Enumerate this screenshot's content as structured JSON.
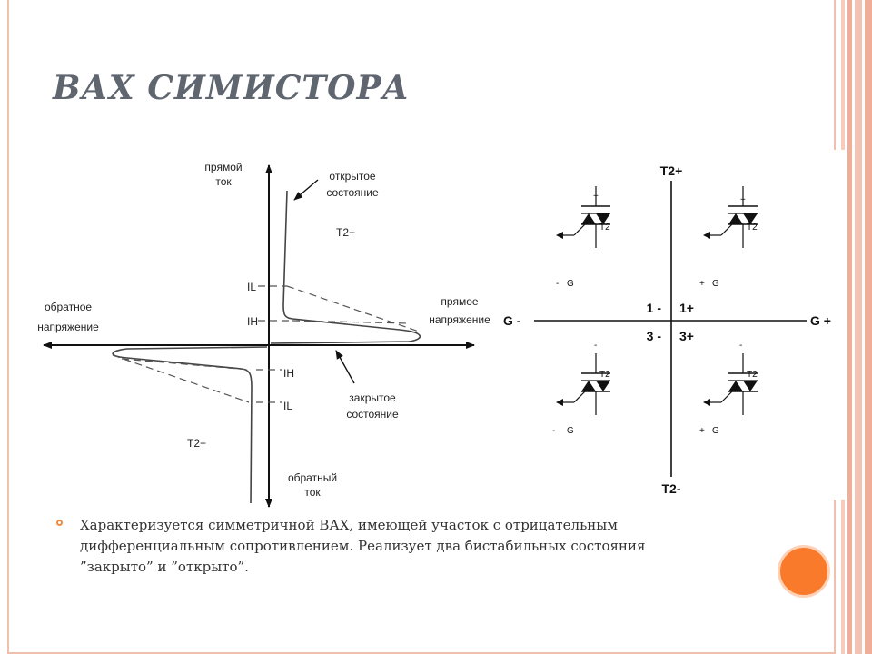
{
  "title": "ВАХ СИМИСТОРА",
  "vax_chart": {
    "axis_up": [
      "прямой",
      "ток"
    ],
    "axis_down": [
      "обратный",
      "ток"
    ],
    "axis_left": [
      "обратное",
      "напряжение"
    ],
    "axis_right": [
      "прямое",
      "напряжение"
    ],
    "open_state": [
      "открытое",
      "состояние"
    ],
    "closed_state": [
      "закрытое",
      "состояние"
    ],
    "t2_plus": "T2+",
    "t2_minus": "T2−",
    "il_top": "IL",
    "ih_top": "IH",
    "ih_bottom": "IH",
    "il_bottom": "IL"
  },
  "quadrant_diagram": {
    "t2_plus": "T2+",
    "t2_minus": "T2-",
    "g_minus": "G -",
    "g_plus": "G +",
    "q1_minus": "1 -",
    "q1_plus": "1+",
    "q3_minus": "3 -",
    "q3_plus": "3+",
    "sym_t2": "T2",
    "sym_g": "G",
    "sym_plus": "+",
    "sym_minus": "-"
  },
  "body_text": "Характеризуется симметричной ВАХ, имеющей участок с отрицательным\nдифференциальным сопротивлением. Реализует два бистабильных состояния\n”закрыто” и ”открыто”.",
  "colors": {
    "accent_orange": "#f97a2b",
    "title_gray": "#5f6670",
    "frame_pink": "#f0bfae"
  }
}
